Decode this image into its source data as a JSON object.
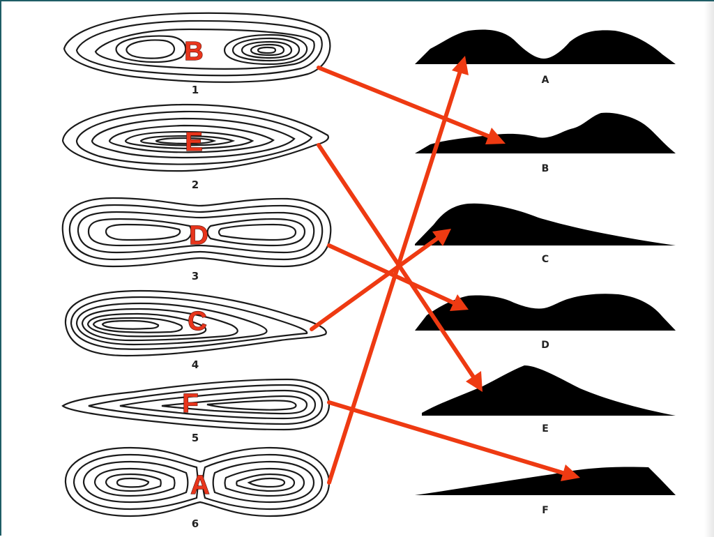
{
  "diagram": {
    "contour_maps": [
      {
        "number": "1",
        "answer": "B"
      },
      {
        "number": "2",
        "answer": "E"
      },
      {
        "number": "3",
        "answer": "D"
      },
      {
        "number": "4",
        "answer": "C"
      },
      {
        "number": "5",
        "answer": "F"
      },
      {
        "number": "6",
        "answer": "A"
      }
    ],
    "profiles": [
      "A",
      "B",
      "C",
      "D",
      "E",
      "F"
    ],
    "arrow_color": "#ee3a12",
    "letter_color": "#e8351c",
    "profile_color": "#000000"
  }
}
